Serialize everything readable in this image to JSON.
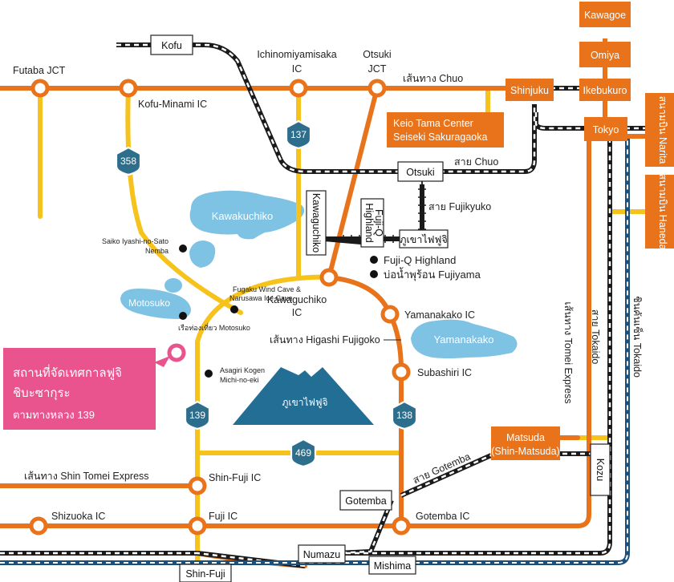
{
  "colors": {
    "expressway": "#e8731a",
    "national_road": "#f5c31c",
    "rail": "#1a1a1a",
    "shinkansen": "#1c4f7a",
    "route_shield": "#2d6e8c",
    "lake": "#7ec2e4",
    "fuji": "#236e95",
    "venue": "#e9548e"
  },
  "interchanges": {
    "futaba_jct": "Futaba JCT",
    "kofu_minami": "Kofu-Minami IC",
    "ichinomiyamisaka_1": "Ichinomiyamisaka",
    "ichinomiyamisaka_2": "IC",
    "otsuki_jct_1": "Otsuki",
    "otsuki_jct_2": "JCT",
    "kawaguchiko_ic_1": "Kawaguchiko",
    "kawaguchiko_ic_2": "IC",
    "yamanakako_ic": "Yamanakako IC",
    "subashiri_ic": "Subashiri IC",
    "shin_fuji_ic": "Shin-Fuji IC",
    "fuji_ic": "Fuji IC",
    "shizuoka_ic": "Shizuoka IC",
    "gotemba_ic": "Gotemba IC"
  },
  "routes": {
    "chuo_expressway": "เส้นทาง Chuo",
    "higashi_fujigoko": "เส้นทาง Higashi Fujigoko",
    "shin_tomei": "เส้นทาง Shin Tomei Express",
    "tomei": "เส้นทาง Tomei Express",
    "chuo_line": "สาย Chuo",
    "fujikyuko_line": "สาย Fujikyuko",
    "tokaido_line": "สาย Tokaido",
    "gotemba_line": "สาย Gotemba",
    "tokaido_shinkansen": "ชินคันเซ็น Tokaido"
  },
  "stations": {
    "kofu": "Kofu",
    "otsuki": "Otsuki",
    "kawaguchiko": "Kawaguchiko",
    "fujiq_1": "Fuji-Q",
    "fujiq_2": "Highland",
    "fujisan": "ภูเขาไฟฟูจิ",
    "gotemba": "Gotemba",
    "numazu": "Numazu",
    "mishima": "Mishima",
    "shin_fuji": "Shin-Fuji",
    "kozu": "Kozu",
    "shinjuku": "Shinjuku",
    "ikebukuro": "Ikebukuro",
    "tokyo": "Tokyo",
    "kawagoe": "Kawagoe",
    "omiya": "Omiya",
    "narita": "สนามบิน Narita",
    "haneda": "สนามบิน Haneda",
    "keio_1": "Keio Tama Center",
    "keio_2": "Seiseki Sakuragaoka",
    "matsuda_1": "Matsuda",
    "matsuda_2": "(Shin-Matsuda)"
  },
  "route_numbers": {
    "r358": "358",
    "r137": "137",
    "r139_left": "139",
    "r138": "138",
    "r469": "469"
  },
  "lakes": {
    "kawakuchiko": "Kawakuchiko",
    "motosuko": "Motosuko",
    "yamanakako": "Yamanakako"
  },
  "mountain": "ภูเขาไฟฟูจิ",
  "pois": {
    "saiko_1": "Saiko Iyashi-no-Sato",
    "saiko_2": "Nemba",
    "fugaku_1": "Fugaku Wind Cave &",
    "fugaku_2": "Narusawa Ice Cave",
    "motosuko_boat": "เรือท่องเที่ยว Motosuko",
    "asagiri_1": "Asagiri Kogen",
    "asagiri_2": "Michi-no-eki",
    "fujiq_highland": "Fuji-Q Highland",
    "fujiyama_onsen": "บ่อน้ำพุร้อน Fujiyama"
  },
  "venue": {
    "line1": "สถานที่จัดเทศกาลฟูจิ",
    "line2": "ชิบะซากุระ",
    "line3": "ตามทางหลวง 139"
  }
}
